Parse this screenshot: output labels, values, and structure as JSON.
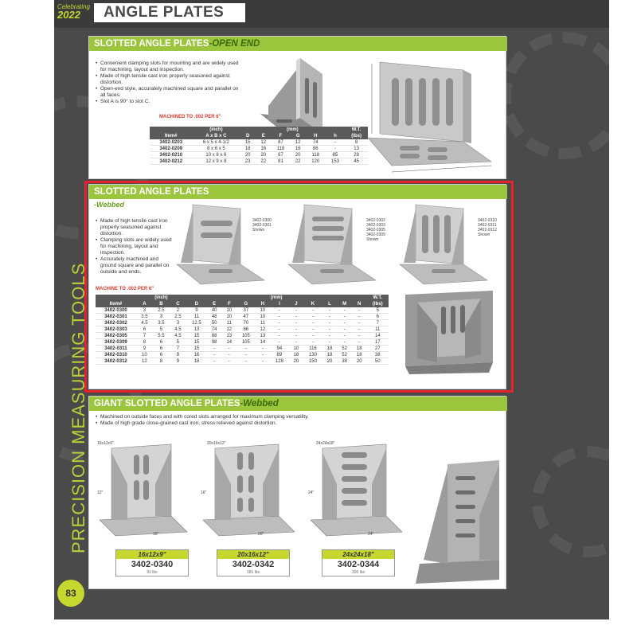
{
  "header": {
    "logo_line1": "Celebrating",
    "logo_year": "2022",
    "title": "ANGLE PLATES"
  },
  "sidebar": {
    "text": "PRECISION MEASURING TOOLS"
  },
  "page_number": "83",
  "sections": {
    "open_end": {
      "title": "SLOTTED ANGLE PLATES",
      "subtitle": "-OPEN END",
      "bullets": [
        "Convenient clamping slots for mounting and are widely used for machining, layout and inspection.",
        "Made of high tensile cast iron properly seasoned against distortion.",
        "Open-end style, accurately machined square and parallel on all faces.",
        "Slot A is 90° to slot C."
      ],
      "machined_note": "MACHINED TO .002 PER 6\"",
      "table": {
        "group_headers": [
          "(inch)",
          "(mm)",
          "W.T."
        ],
        "headers": [
          "Item#",
          "A x B x C",
          "D",
          "E",
          "F",
          "G",
          "H",
          "h",
          "(lbs)"
        ],
        "rows": [
          [
            "3402-0203",
            "6 x 5 x 4-1/2",
            "15",
            "12",
            "87",
            "12",
            "74",
            "-",
            "8"
          ],
          [
            "3402-0209",
            "8 x 6 x 5",
            "18",
            "16",
            "118",
            "16",
            "86",
            "-",
            "13"
          ],
          [
            "3402-0210",
            "10 x 8 x 6",
            "20",
            "20",
            "67",
            "20",
            "118",
            "85",
            "28"
          ],
          [
            "3402-0212",
            "12 x 9 x 8",
            "23",
            "22",
            "81",
            "22",
            "120",
            "153",
            "45"
          ]
        ]
      }
    },
    "webbed": {
      "title": "SLOTTED ANGLE PLATES",
      "subtitle": "-Webbed",
      "bullets": [
        "Made of high tensile cast iron properly seasoned against distortion.",
        "Clamping slots are widely used for machining, layout and inspection.",
        "Accurately machined and ground square and parallel on outside and ends."
      ],
      "machined_note": "MACHINE TO .002 PER 6\"",
      "models": [
        "3402-0300\n3402-0301\nShown",
        "3402-0302\n3402-0303\n3402-0305\n3402-0309\nShown",
        "3402-0310\n3402-0311\n3402-0312\nShown"
      ],
      "table": {
        "group_headers": [
          "(inch)",
          "(mm)",
          "W.T."
        ],
        "headers": [
          "Item#",
          "A",
          "B",
          "C",
          "D",
          "E",
          "F",
          "G",
          "H",
          "I",
          "J",
          "K",
          "L",
          "M",
          "N",
          "(lbs)"
        ],
        "rows": [
          [
            "3402-0300",
            "3",
            "2.5",
            "2",
            "9",
            "40",
            "10",
            "37",
            "10",
            "-",
            "-",
            "-",
            "-",
            "-",
            "-",
            "5"
          ],
          [
            "3402-0301",
            "3.5",
            "3",
            "2.5",
            "11",
            "48",
            "10",
            "47",
            "10",
            "-",
            "-",
            "-",
            "-",
            "-",
            "-",
            "6"
          ],
          [
            "3402-0302",
            "4.5",
            "3.5",
            "3",
            "12.5",
            "50",
            "11",
            "70",
            "11",
            "-",
            "-",
            "-",
            "-",
            "-",
            "-",
            "7"
          ],
          [
            "3402-0303",
            "6",
            "5",
            "4.5",
            "13",
            "74",
            "12",
            "86",
            "12",
            "-",
            "-",
            "-",
            "-",
            "-",
            "-",
            "11"
          ],
          [
            "3402-0305",
            "7",
            "5.5",
            "4.5",
            "15",
            "88",
            "13",
            "105",
            "13",
            "-",
            "-",
            "-",
            "-",
            "-",
            "-",
            "14"
          ],
          [
            "3402-0309",
            "8",
            "6",
            "5",
            "15",
            "98",
            "14",
            "105",
            "14",
            "-",
            "-",
            "-",
            "-",
            "-",
            "-",
            "17"
          ],
          [
            "3402-0311",
            "9",
            "6",
            "7",
            "15",
            "-",
            "-",
            "-",
            "-",
            "94",
            "10",
            "116",
            "18",
            "52",
            "18",
            "27"
          ],
          [
            "3402-0310",
            "10",
            "6",
            "8",
            "16",
            "-",
            "-",
            "-",
            "-",
            "89",
            "18",
            "130",
            "18",
            "52",
            "18",
            "38"
          ],
          [
            "3402-0312",
            "12",
            "8",
            "9",
            "18",
            "-",
            "-",
            "-",
            "-",
            "128",
            "20",
            "150",
            "20",
            "38",
            "20",
            "50"
          ]
        ]
      }
    },
    "giant": {
      "title": "GIANT SLOTTED ANGLE PLATES",
      "subtitle": "-Webbed",
      "bullets": [
        "Machined on outside faces and with cored slots arranged for maximum clamping versatility.",
        "Made of high grade close-grained cast iron, stress relieved against distortion."
      ],
      "items": [
        {
          "size": "16x12x9\"",
          "item": "3402-0340",
          "weight": "91 lbs",
          "corner": "16x12x9\"",
          "height": "12\"",
          "width": "16\""
        },
        {
          "size": "20x16x12\"",
          "item": "3402-0342",
          "weight": "181 lbs",
          "corner": "20x16x12\"",
          "height": "16\"",
          "width": "20\""
        },
        {
          "size": "24x24x18\"",
          "item": "3402-0344",
          "weight": "320 lbs",
          "corner": "24x24x18\"",
          "height": "24\"",
          "width": "24\""
        }
      ]
    }
  },
  "colors": {
    "accent": "#9bc53d",
    "highlight": "#e4242a",
    "background": "#4a4a4a"
  }
}
